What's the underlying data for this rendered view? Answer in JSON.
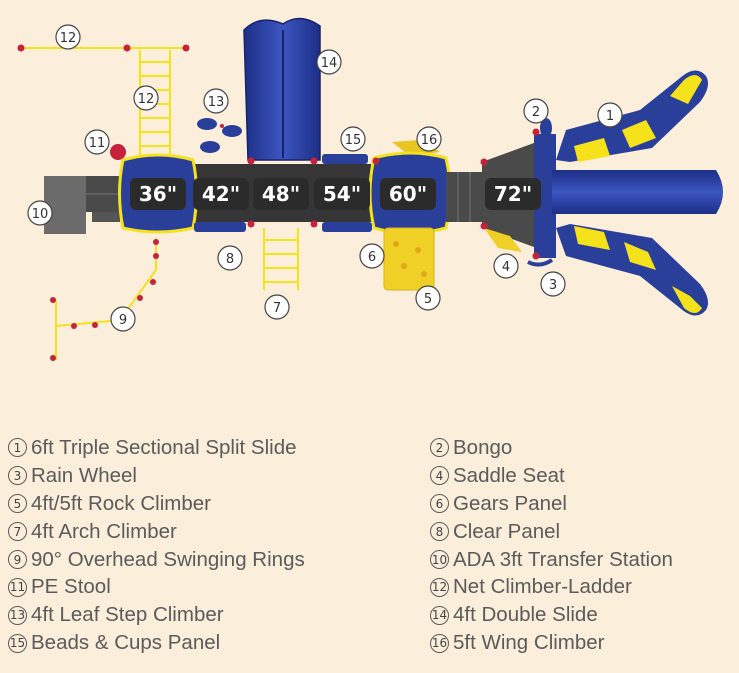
{
  "deck_heights": [
    "36\"",
    "42\"",
    "48\"",
    "54\"",
    "60\"",
    "72\""
  ],
  "callouts": [
    "1",
    "2",
    "3",
    "4",
    "5",
    "6",
    "7",
    "8",
    "9",
    "10",
    "11",
    "12",
    "12",
    "13",
    "14",
    "15",
    "16"
  ],
  "colors": {
    "background": "#fbeedb",
    "blue": "#2a3f9a",
    "yellow": "#f5e21a",
    "deck": "#2b2b2b",
    "red": "#c8213b"
  },
  "legend": [
    {
      "num": "1",
      "label": "6ft Triple Sectional Split Slide"
    },
    {
      "num": "2",
      "label": "Bongo"
    },
    {
      "num": "3",
      "label": "Rain Wheel"
    },
    {
      "num": "4",
      "label": "Saddle Seat"
    },
    {
      "num": "5",
      "label": "4ft/5ft Rock Climber"
    },
    {
      "num": "6",
      "label": "Gears Panel"
    },
    {
      "num": "7",
      "label": "4ft Arch Climber"
    },
    {
      "num": "8",
      "label": "Clear Panel"
    },
    {
      "num": "9",
      "label": "90° Overhead Swinging Rings"
    },
    {
      "num": "10",
      "label": "ADA 3ft Transfer Station"
    },
    {
      "num": "11",
      "label": "PE Stool"
    },
    {
      "num": "12",
      "label": "Net Climber-Ladder"
    },
    {
      "num": "13",
      "label": "4ft Leaf Step Climber"
    },
    {
      "num": "14",
      "label": "4ft Double Slide"
    },
    {
      "num": "15",
      "label": "Beads & Cups Panel"
    },
    {
      "num": "16",
      "label": "5ft Wing Climber"
    }
  ]
}
